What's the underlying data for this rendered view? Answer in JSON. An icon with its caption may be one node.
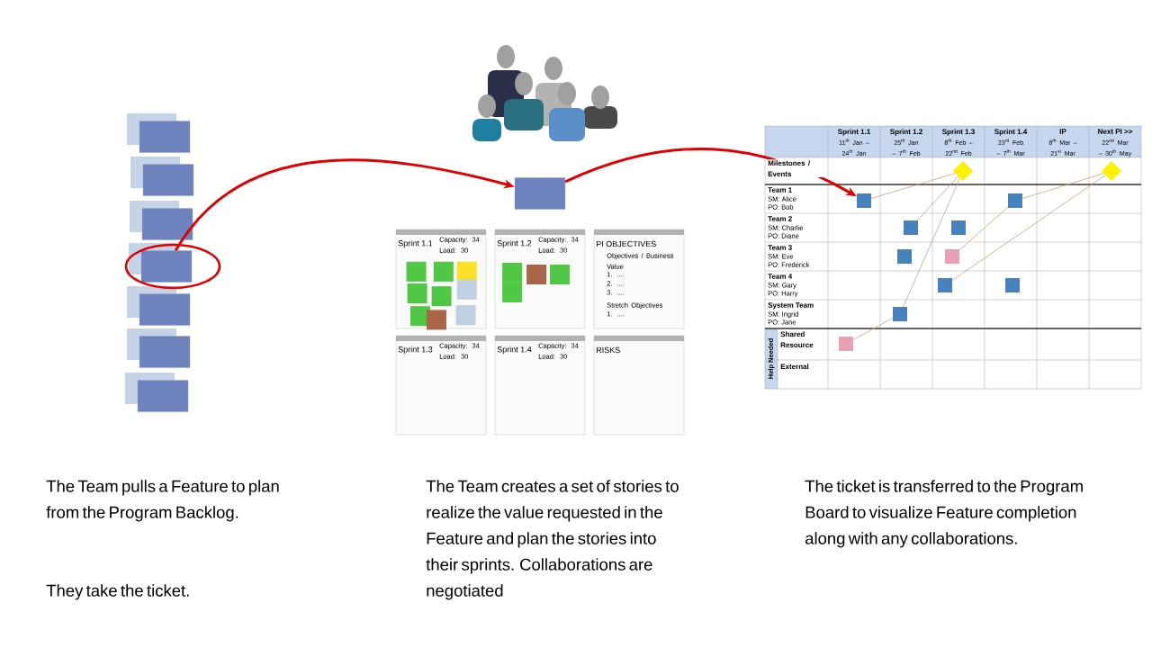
{
  "diagram": {
    "nodes": [
      {
        "text": [],
        "shape": "box"
      },
      {
        "text": [],
        "shape": "box"
      },
      {
        "text": [],
        "shape": "box"
      },
      {
        "text": [],
        "shape": "box"
      },
      {
        "text": [],
        "shape": "box"
      },
      {
        "text": [],
        "shape": "box"
      },
      {
        "text": [],
        "shape": "box"
      },
      {
        "text": [],
        "shape": "box"
      },
      {
        "text": [],
        "shape": "box"
      },
      {
        "text": [],
        "shape": "diamond"
      },
      {
        "text": [],
        "shape": "diamond"
      },
      {
        "text": [],
        "shape": "box"
      },
      {
        "text": [],
        "shape": "box"
      },
      {
        "text": [],
        "shape": "box"
      },
      {
        "text": [],
        "shape": "box"
      },
      {
        "text": [],
        "shape": "box"
      },
      {
        "text": [],
        "shape": "box"
      },
      {
        "text": [],
        "shape": "box"
      },
      {
        "text": [],
        "shape": "box"
      },
      {
        "text": [],
        "shape": "box"
      },
      {
        "text": [
          "Sprint 1.1",
          "Capacity: 34 Load: 30"
        ]
      },
      {
        "text": [
          "Sprint 1.2",
          "Capacity: 34 Load: 30"
        ]
      },
      {
        "text": [
          "PI OBJECTIVES",
          "Objectives / Business Value",
          "1. ....",
          "2. ....",
          "3. ....",
          "Stretch Objectives",
          "1. ...."
        ]
      },
      {
        "text": [
          "Sprint 1.3",
          "Capacity: 34 Load: 30"
        ]
      },
      {
        "text": [
          "Sprint 1.4",
          "Capacity: 34 Load: 30"
        ]
      },
      {
        "text": [
          "RISKS"
        ]
      }
    ],
    "edges": [
      {
        "from": 3,
        "to": 7,
        "arrow": "to",
        "style": "thick",
        "color": "#e00000"
      },
      {
        "from": 7,
        "to": 8,
        "arrow": "to",
        "style": "thick",
        "color": "#e00000"
      },
      {
        "from": 8,
        "to": 9,
        "arrow": "none"
      },
      {
        "from": 12,
        "to": 9,
        "arrow": "none"
      },
      {
        "from": 18,
        "to": 9,
        "arrow": "none"
      },
      {
        "from": 19,
        "to": 18,
        "arrow": "none"
      },
      {
        "from": 15,
        "to": 11,
        "arrow": "none"
      },
      {
        "from": 11,
        "to": 10,
        "arrow": "none"
      },
      {
        "from": 16,
        "to": 10,
        "arrow": "none"
      }
    ],
    "labels": [
      "Sprint 1.1",
      "11$^{th}$ Jan – 24$^{th}$ Jan",
      "Sprint 1.2",
      "25$^{th}$ Jan – 7$^{th}$ Feb",
      "Sprint 1.3",
      "8$^{th}$ Feb – 22$^{nd}$ Feb",
      "Sprint 1.4",
      "23$^{rd}$ Feb – 7$^{th}$ Mar",
      "IP",
      "8$^{th}$ Mar – 21$^{st}$ Mar",
      "Next PI >>",
      "22$^{nd}$ Mar – 30$^{th}$ May",
      "Milestones / Events",
      "Team 1",
      "SM: Alice",
      "PO: Bob",
      "Team 2",
      "SM: Charlie",
      "PO: Diane",
      "Team 3",
      "SM: Eve",
      "PO: Frederick",
      "Team 4",
      "SM: Gary",
      "PO: Harry",
      "System Team",
      "SM: Ingrid",
      "PO: Jane",
      "Help Needed",
      "Shared Resource",
      "External",
      "The Team pulls a Feature to plan from the Program Backlog.",
      "They take the ticket.",
      "The Team creates a set of stories to realize the value requested in the Feature and plan the stories into their sprints. Collaborations are negotiated",
      "The ticket is transferred to the Program Board to visualize Feature completion along with any collaborations."
    ]
  }
}
